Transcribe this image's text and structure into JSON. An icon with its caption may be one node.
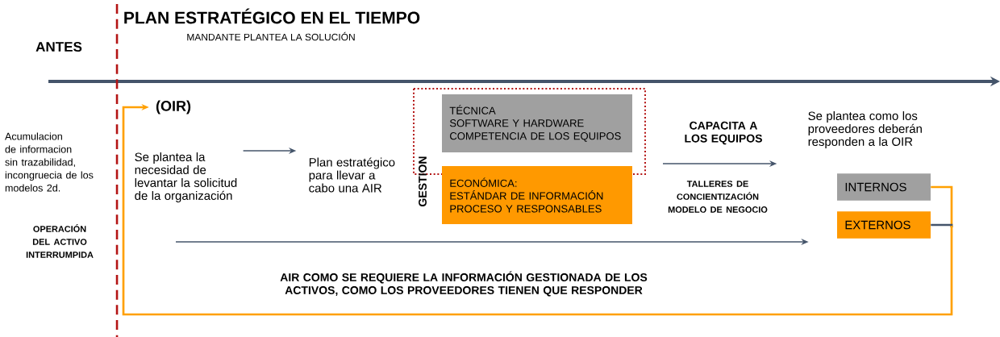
{
  "diagram": {
    "title": "PLAN ESTRATÉGICO EN EL TIEMPO",
    "nodes": [
      {
        "text": [
          "(OIR)"
        ]
      },
      {
        "text": [
          "Se plantea la necesidad de levantar la solicitud de la organización"
        ]
      },
      {
        "text": [
          "Plan estratégico para llevar a cabo una AIR"
        ]
      },
      {
        "text": [
          "TÉCNICA",
          "SOFTWARE Y HARDWARE",
          "COMPETENCIA DE LOS EQUIPOS"
        ]
      },
      {
        "text": [
          "ECONÓMICA:",
          "ESTÁNDAR DE INFORMACIÓN",
          "PROCESO Y RESPONSABLES"
        ]
      },
      {
        "text": [
          "Se plantea como los proveedores deberán responden a la OIR"
        ]
      },
      {
        "text": [
          "INTERNOS"
        ]
      },
      {
        "text": [
          "EXTERNOS"
        ]
      }
    ],
    "edges": [
      {
        "from": 1,
        "to": 2,
        "arrow": "to"
      },
      {
        "from": null,
        "to": 5,
        "arrow": "to"
      },
      {
        "from": null,
        "to": 7,
        "arrow": "to"
      },
      {
        "from": 6,
        "to": 0,
        "arrow": "to",
        "color": "#ffa000"
      },
      {
        "from": 7,
        "to": 0,
        "arrow": "to",
        "color": "#ffa000"
      }
    ],
    "labels": [
      "MANDANTE PLANTEA LA SOLUCIÓN",
      "ANTES",
      "Acumulacion de informacion sin trazabilidad, incongruecia de los modelos 2d.",
      "OPERACIÓN DEL ACTIVO INTERRUMPIDA",
      "GESTION",
      "CAPACITA A LOS EQUIPOS",
      "TALLERES DE CONCIENTIZACIÓN MODELO DE NEGOCIO",
      "AIR COMO SE REQUIERE LA INFORMACIÓN GESTIONADA DE LOS ACTIVOS, COMO LOS PROVEEDORES TIENEN QUE RESPONDER"
    ]
  }
}
